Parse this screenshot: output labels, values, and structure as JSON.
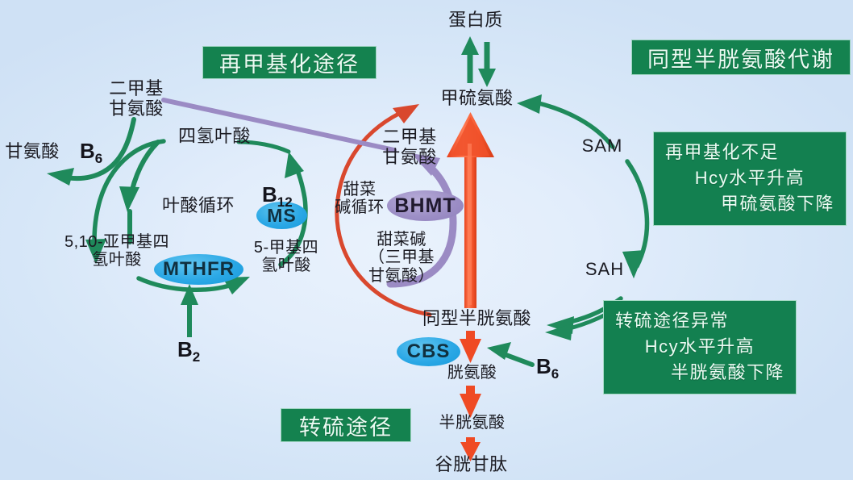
{
  "diagram": {
    "title": "同型半胱氨酸代谢",
    "background_color": "#dbe9f9",
    "accent_green": "#138050",
    "accent_red": "#e04a2a",
    "accent_purple": "#9b8bc4",
    "accent_blue": "#2ba8e6"
  },
  "banners": {
    "remethylation": "再甲基化途径",
    "header": "同型半胱氨酸代谢",
    "transsulfuration": "转硫途径"
  },
  "notes": {
    "remethylation_defect": {
      "line1": "再甲基化不足",
      "line2": "Hcy水平升高",
      "line3": "甲硫氨酸下降"
    },
    "transsulfuration_defect": {
      "line1": "转硫途径异常",
      "line2": "Hcy水平升高",
      "line3": "半胱氨酸下降"
    }
  },
  "metabolites": {
    "protein": "蛋白质",
    "methionine": "甲硫氨酸",
    "homocysteine": "同型半胱氨酸",
    "cystathionine": "胱氨酸",
    "cysteine": "半胱氨酸",
    "glutathione": "谷胱甘肽",
    "glycine": "甘氨酸",
    "dimethylglycine_left": "二甲基\n甘氨酸",
    "dimethylglycine_center": "二甲基\n甘氨酸",
    "thf": "四氢叶酸",
    "methylene_thf": "5,10-亚甲基四\n氢叶酸",
    "methyl_thf": "5-甲基四\n氢叶酸",
    "betaine": "甜菜碱\n（三甲基\n甘氨酸）",
    "sam": "SAM",
    "sah": "SAH"
  },
  "cycle_labels": {
    "folate_cycle": "叶酸循环",
    "betaine_cycle": "甜菜\n碱循环"
  },
  "enzymes": [
    {
      "name": "MS",
      "color": "blue"
    },
    {
      "name": "MTHFR",
      "color": "blue"
    },
    {
      "name": "CBS",
      "color": "blue"
    },
    {
      "name": "BHMT",
      "color": "purple"
    }
  ],
  "enzyme_names": {
    "ms": "MS",
    "mthfr": "MTHFR",
    "cbs": "CBS",
    "bhmt": "BHMT"
  },
  "cofactors": {
    "b6_left": "B",
    "b6_left_sub": "6",
    "b12": "B",
    "b12_sub": "12",
    "b2": "B",
    "b2_sub": "2",
    "b6_right": "B",
    "b6_right_sub": "6"
  },
  "chart_data": {
    "type": "diagram",
    "title": "同型半胱氨酸代谢",
    "nodes": [
      "蛋白质",
      "甲硫氨酸",
      "SAM",
      "SAH",
      "同型半胱氨酸",
      "胱氨酸",
      "半胱氨酸",
      "谷胱甘肽",
      "四氢叶酸",
      "5,10-亚甲基四氢叶酸",
      "5-甲基四氢叶酸",
      "二甲基甘氨酸",
      "甘氨酸",
      "甜菜碱（三甲基甘氨酸）"
    ],
    "edges": [
      {
        "from": "蛋白质",
        "to": "甲硫氨酸",
        "color": "green",
        "bidirectional": true
      },
      {
        "from": "甲硫氨酸",
        "to": "SAM",
        "color": "green"
      },
      {
        "from": "SAM",
        "to": "SAH",
        "color": "green"
      },
      {
        "from": "SAH",
        "to": "同型半胱氨酸",
        "color": "green"
      },
      {
        "from": "同型半胱氨酸",
        "to": "甲硫氨酸",
        "color": "orange",
        "enzyme": "BHMT/MS"
      },
      {
        "from": "同型半胱氨酸",
        "to": "胱氨酸",
        "color": "red",
        "enzyme": "CBS",
        "cofactor": "B6"
      },
      {
        "from": "胱氨酸",
        "to": "半胱氨酸",
        "color": "red"
      },
      {
        "from": "半胱氨酸",
        "to": "谷胱甘肽",
        "color": "red"
      },
      {
        "from": "四氢叶酸",
        "to": "5,10-亚甲基四氢叶酸",
        "color": "green"
      },
      {
        "from": "5,10-亚甲基四氢叶酸",
        "to": "5-甲基四氢叶酸",
        "color": "green",
        "enzyme": "MTHFR",
        "cofactor": "B2"
      },
      {
        "from": "5-甲基四氢叶酸",
        "to": "四氢叶酸",
        "color": "green",
        "enzyme": "MS",
        "cofactor": "B12"
      },
      {
        "from": "二甲基甘氨酸",
        "to": "甘氨酸",
        "color": "green",
        "cofactor": "B6"
      },
      {
        "from": "甜菜碱（三甲基甘氨酸）",
        "to": "二甲基甘氨酸",
        "color": "purple",
        "enzyme": "BHMT"
      },
      {
        "from": "二甲基甘氨酸",
        "to": "甜菜碱循环",
        "color": "red"
      }
    ]
  }
}
